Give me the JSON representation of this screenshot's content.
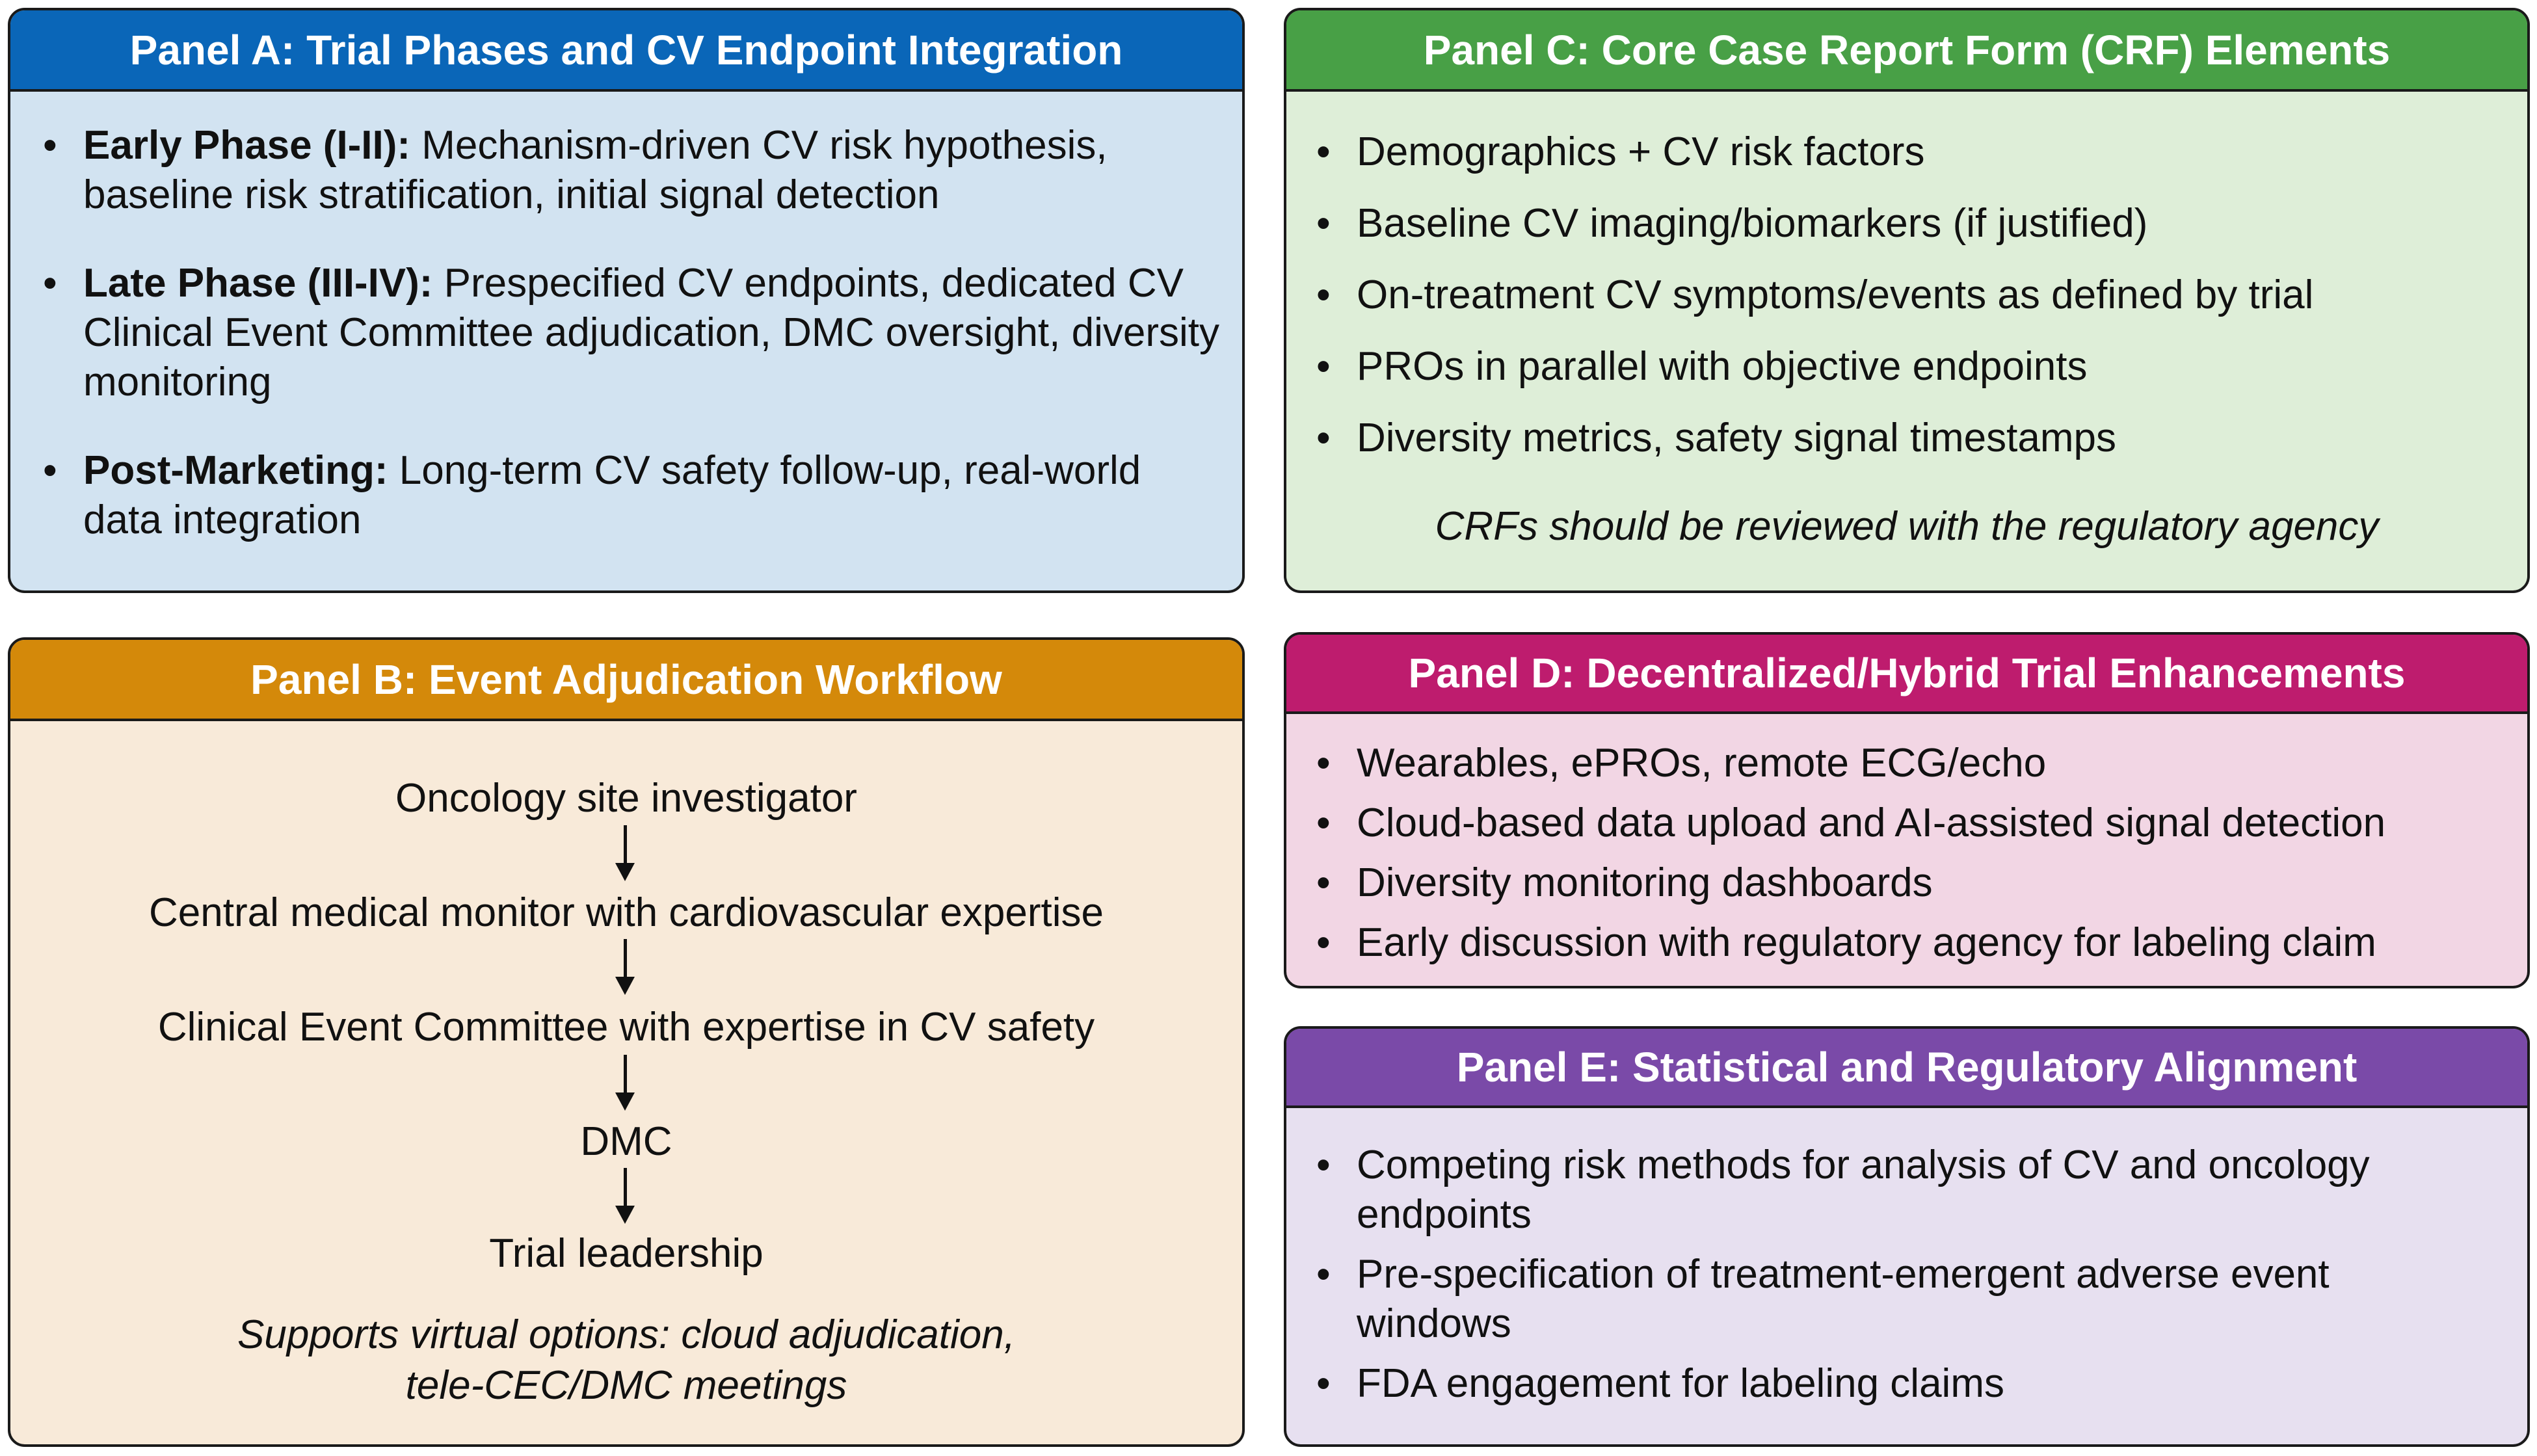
{
  "colors": {
    "panel_a_header": "#0a66b8",
    "panel_a_body": "#d2e3f1",
    "panel_b_header": "#d4890a",
    "panel_b_body": "#f8ead9",
    "panel_c_header": "#48a046",
    "panel_c_body": "#deeed8",
    "panel_d_header": "#be1c6e",
    "panel_d_body": "#f2d6e4",
    "panel_e_header": "#7a4aa8",
    "panel_e_body": "#e7e0f0"
  },
  "panel_a": {
    "title": "Panel A: Trial Phases and CV Endpoint Integration",
    "items": [
      {
        "label": "Early Phase (I-II):",
        "text": " Mechanism-driven CV risk hypothesis, baseline risk stratification, initial signal detection"
      },
      {
        "label": "Late Phase (III-IV):",
        "text": " Prespecified CV endpoints, dedicated CV Clinical Event Committee adjudication, DMC oversight, diversity monitoring"
      },
      {
        "label": "Post-Marketing:",
        "text": " Long-term CV safety follow-up, real-world data integration"
      }
    ]
  },
  "panel_b": {
    "title": "Panel B: Event Adjudication Workflow",
    "steps": [
      "Oncology site investigator",
      "Central medical monitor with cardiovascular expertise",
      "Clinical Event Committee with expertise in CV safety",
      "DMC",
      "Trial leadership"
    ],
    "note_line1": "Supports virtual options: cloud adjudication,",
    "note_line2": "tele-CEC/DMC meetings"
  },
  "panel_c": {
    "title": "Panel C: Core Case Report Form (CRF) Elements",
    "items": [
      "Demographics + CV risk factors",
      "Baseline CV imaging/biomarkers (if justified)",
      "On-treatment CV symptoms/events as defined by trial",
      "PROs in parallel with objective endpoints",
      "Diversity metrics, safety signal timestamps"
    ],
    "note": "CRFs should be reviewed with the regulatory agency"
  },
  "panel_d": {
    "title": "Panel D: Decentralized/Hybrid Trial Enhancements",
    "items": [
      "Wearables, ePROs, remote ECG/echo",
      "Cloud-based data upload and AI-assisted signal detection",
      "Diversity monitoring dashboards",
      "Early discussion with regulatory agency for labeling claim"
    ]
  },
  "panel_e": {
    "title": "Panel E: Statistical and Regulatory Alignment",
    "items": [
      "Competing risk methods for analysis of CV and oncology endpoints",
      "Pre-specification of treatment-emergent adverse event windows",
      "FDA engagement for labeling claims"
    ]
  }
}
